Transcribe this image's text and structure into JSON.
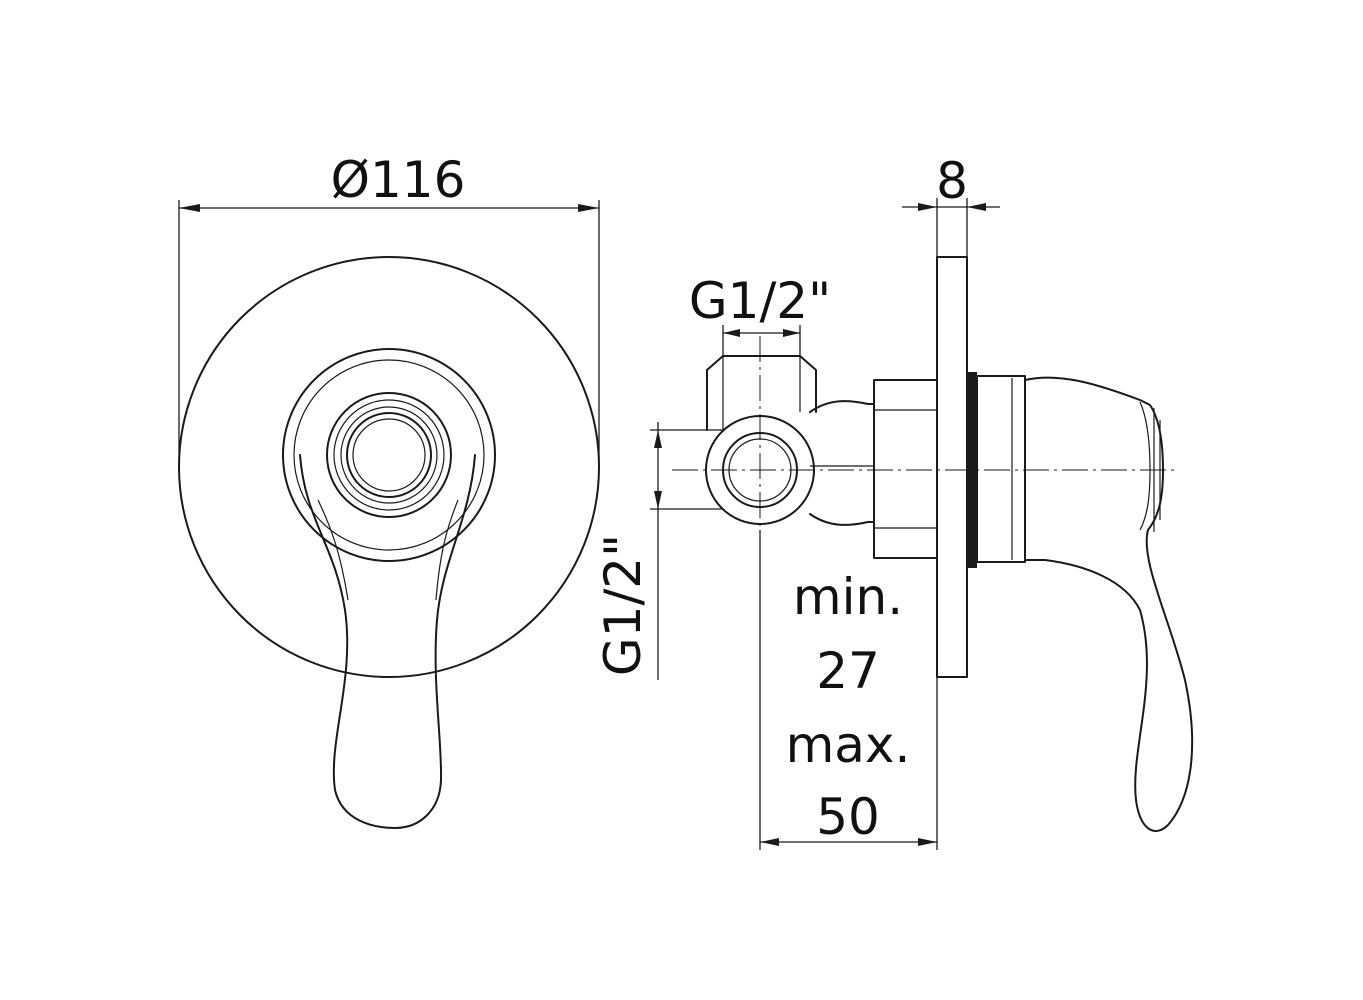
{
  "dimensions": {
    "diameter": "Ø116",
    "plate_thickness": "8",
    "inlet_top": "G1/2\"",
    "inlet_side": "G1/2\"",
    "depth_min_label": "min.",
    "depth_min_value": "27",
    "depth_max_label": "max.",
    "depth_max_value": "50"
  },
  "colors": {
    "line": "#1a1a1a",
    "background": "#ffffff"
  }
}
